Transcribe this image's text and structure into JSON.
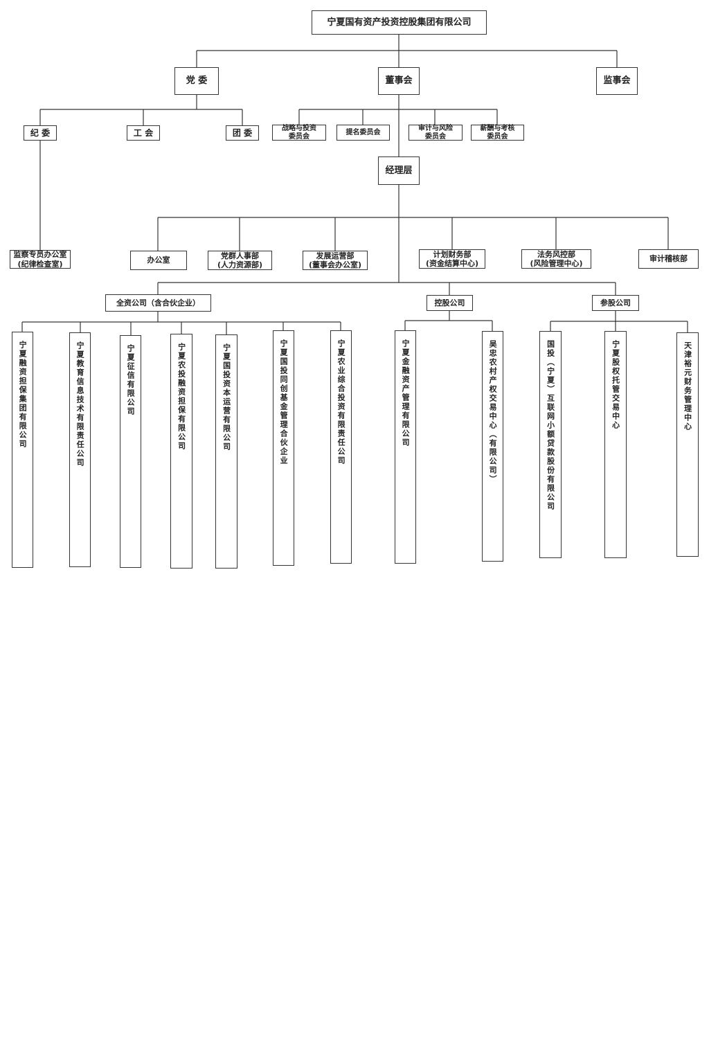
{
  "org": {
    "root": "宁夏国有资产投资控股集团有限公司",
    "party_committee": "党 委",
    "board": "董事会",
    "supervisory_board": "监事会",
    "discipline": "纪 委",
    "union": "工 会",
    "youth_league": "团 委",
    "board_committees": [
      "战略与投资\n委员会",
      "提名委员会",
      "审计与风险\n委员会",
      "薪酬与考核\n委员会"
    ],
    "management": "经理层",
    "supervisor_office": "监察专员办公室\n(纪律检查室)",
    "departments": [
      "办公室",
      "党群人事部\n(人力资源部)",
      "发展运营部\n(董事会办公室)",
      "计划财务部\n(资金结算中心)",
      "法务风控部\n(风险管理中心)",
      "审计稽核部"
    ],
    "groups": {
      "wholly_owned": "全资公司（含合伙企业）",
      "controlled": "控股公司",
      "participating": "参股公司"
    },
    "wholly_owned_companies": [
      "宁夏融资担保集团有限公司",
      "宁夏教育信息技术有限责任公司",
      "宁夏征信有限公司",
      "宁夏农投融资担保有限公司",
      "宁夏国投资本运营有限公司",
      "宁夏国投同创基金管理合伙企业",
      "宁夏农业综合投资有限责任公司"
    ],
    "controlled_companies": [
      "宁夏金融资产管理有限公司",
      "吴忠农村产权交易中心（有限公司）"
    ],
    "participating_companies": [
      "国投（宁夏）互联网小额贷款股份有限公司",
      "宁夏股权托管交易中心",
      "天津裕元财务管理中心"
    ]
  }
}
